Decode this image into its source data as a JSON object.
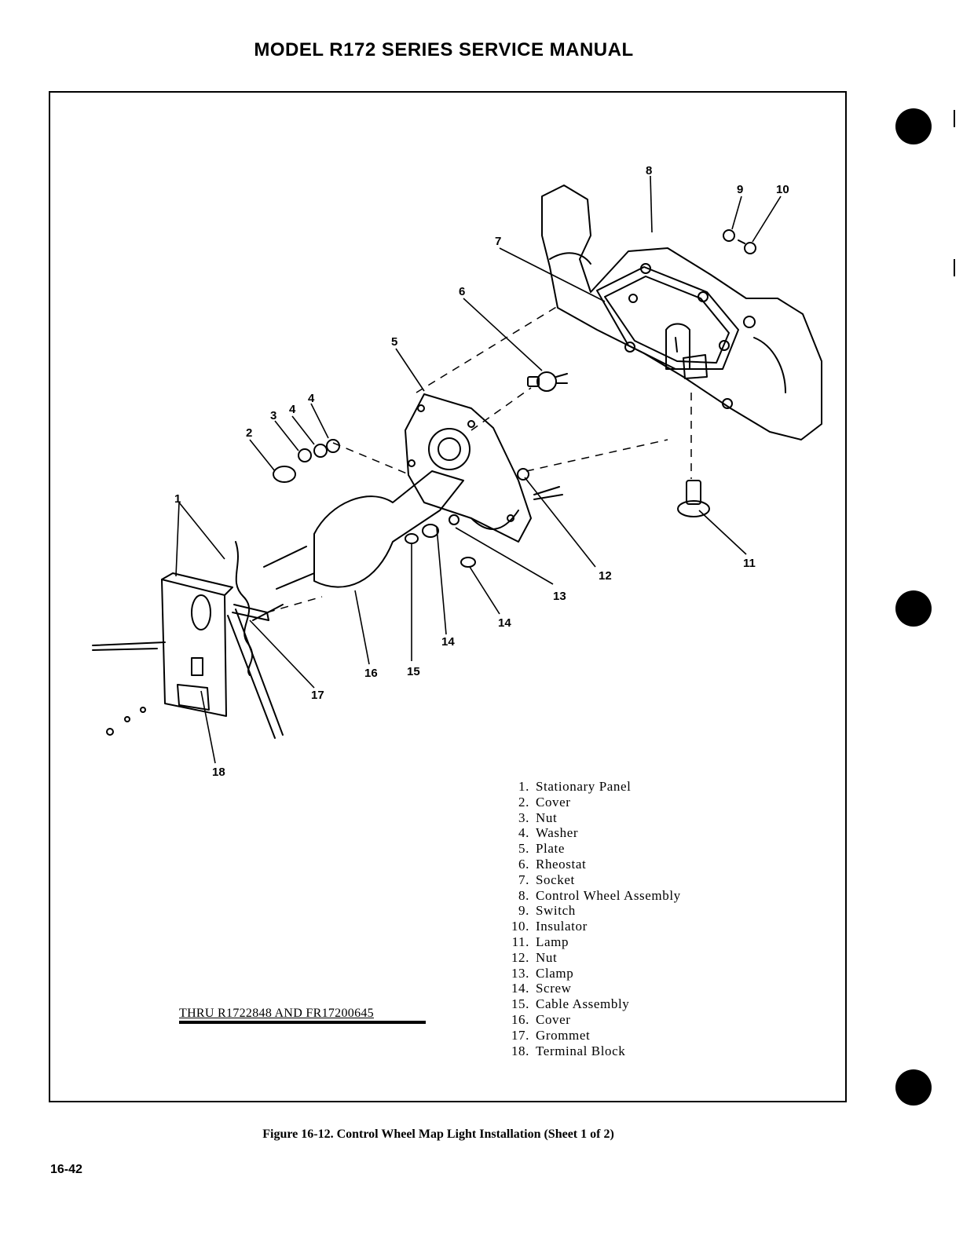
{
  "header": "MODEL R172 SERIES SERVICE MANUAL",
  "applicability": "THRU R1722848 AND FR17200645",
  "caption": "Figure 16-12.  Control Wheel Map Light Installation (Sheet 1 of 2)",
  "page_number": "16-42",
  "callouts": [
    "1",
    "2",
    "3",
    "4",
    "4",
    "5",
    "6",
    "7",
    "8",
    "9",
    "10",
    "11",
    "12",
    "13",
    "14",
    "14",
    "15",
    "16",
    "17",
    "18"
  ],
  "legend": [
    {
      "num": "1.",
      "label": "Stationary Panel"
    },
    {
      "num": "2.",
      "label": "Cover"
    },
    {
      "num": "3.",
      "label": "Nut"
    },
    {
      "num": "4.",
      "label": "Washer"
    },
    {
      "num": "5.",
      "label": "Plate"
    },
    {
      "num": "6.",
      "label": "Rheostat"
    },
    {
      "num": "7.",
      "label": "Socket"
    },
    {
      "num": "8.",
      "label": "Control Wheel Assembly"
    },
    {
      "num": "9.",
      "label": "Switch"
    },
    {
      "num": "10.",
      "label": "Insulator"
    },
    {
      "num": "11.",
      "label": "Lamp"
    },
    {
      "num": "12.",
      "label": "Nut"
    },
    {
      "num": "13.",
      "label": "Clamp"
    },
    {
      "num": "14.",
      "label": "Screw"
    },
    {
      "num": "15.",
      "label": "Cable Assembly"
    },
    {
      "num": "16.",
      "label": "Cover"
    },
    {
      "num": "17.",
      "label": "Grommet"
    },
    {
      "num": "18.",
      "label": "Terminal Block"
    }
  ]
}
